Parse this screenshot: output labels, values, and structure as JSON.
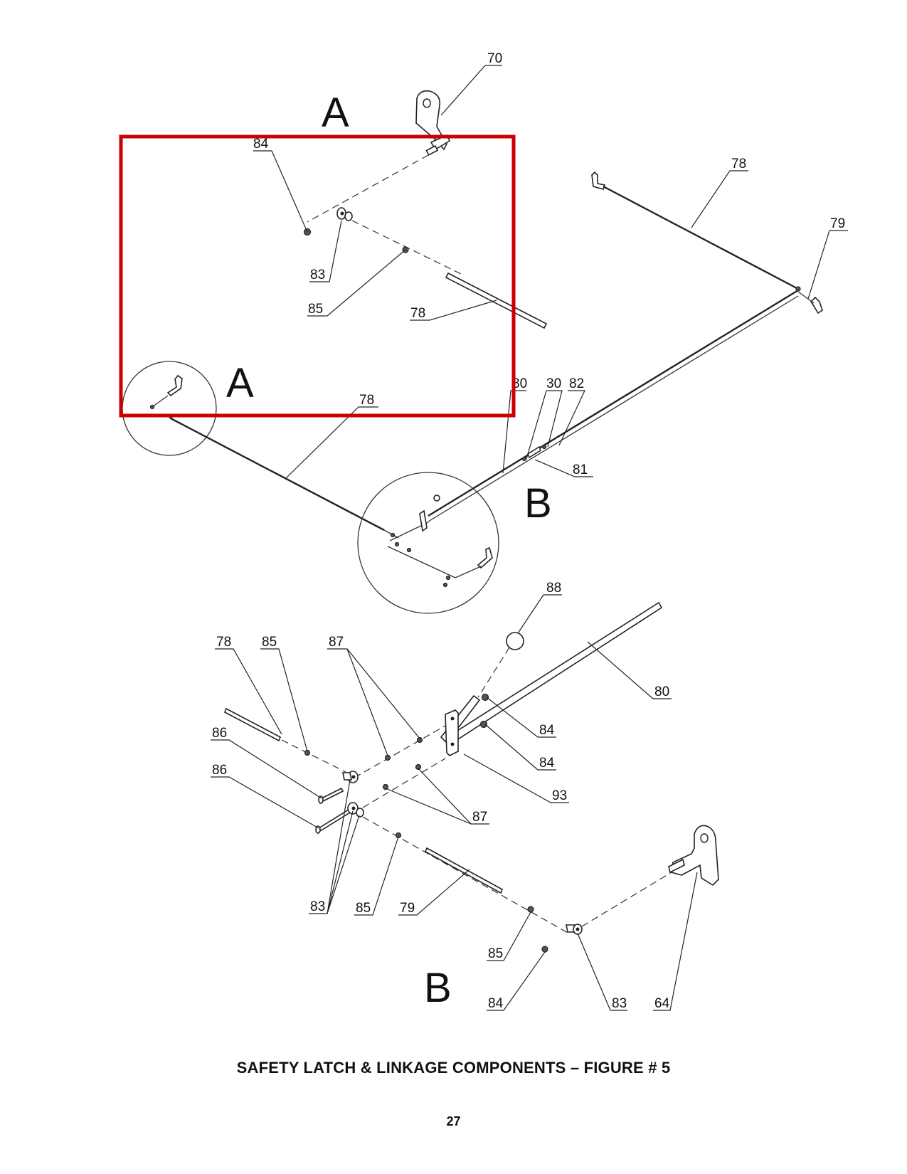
{
  "diagram": {
    "detail_letters": {
      "a": "A",
      "b": "B"
    },
    "callouts": {
      "n30": "30",
      "n64": "64",
      "n70": "70",
      "n78": "78",
      "n79": "79",
      "n80": "80",
      "n81": "81",
      "n82": "82",
      "n83": "83",
      "n84": "84",
      "n85": "85",
      "n86": "86",
      "n87": "87",
      "n88": "88",
      "n93": "93"
    },
    "highlight_color": "#cc0000"
  },
  "caption": "SAFETY LATCH & LINKAGE COMPONENTS – FIGURE # 5",
  "page_number": "27"
}
